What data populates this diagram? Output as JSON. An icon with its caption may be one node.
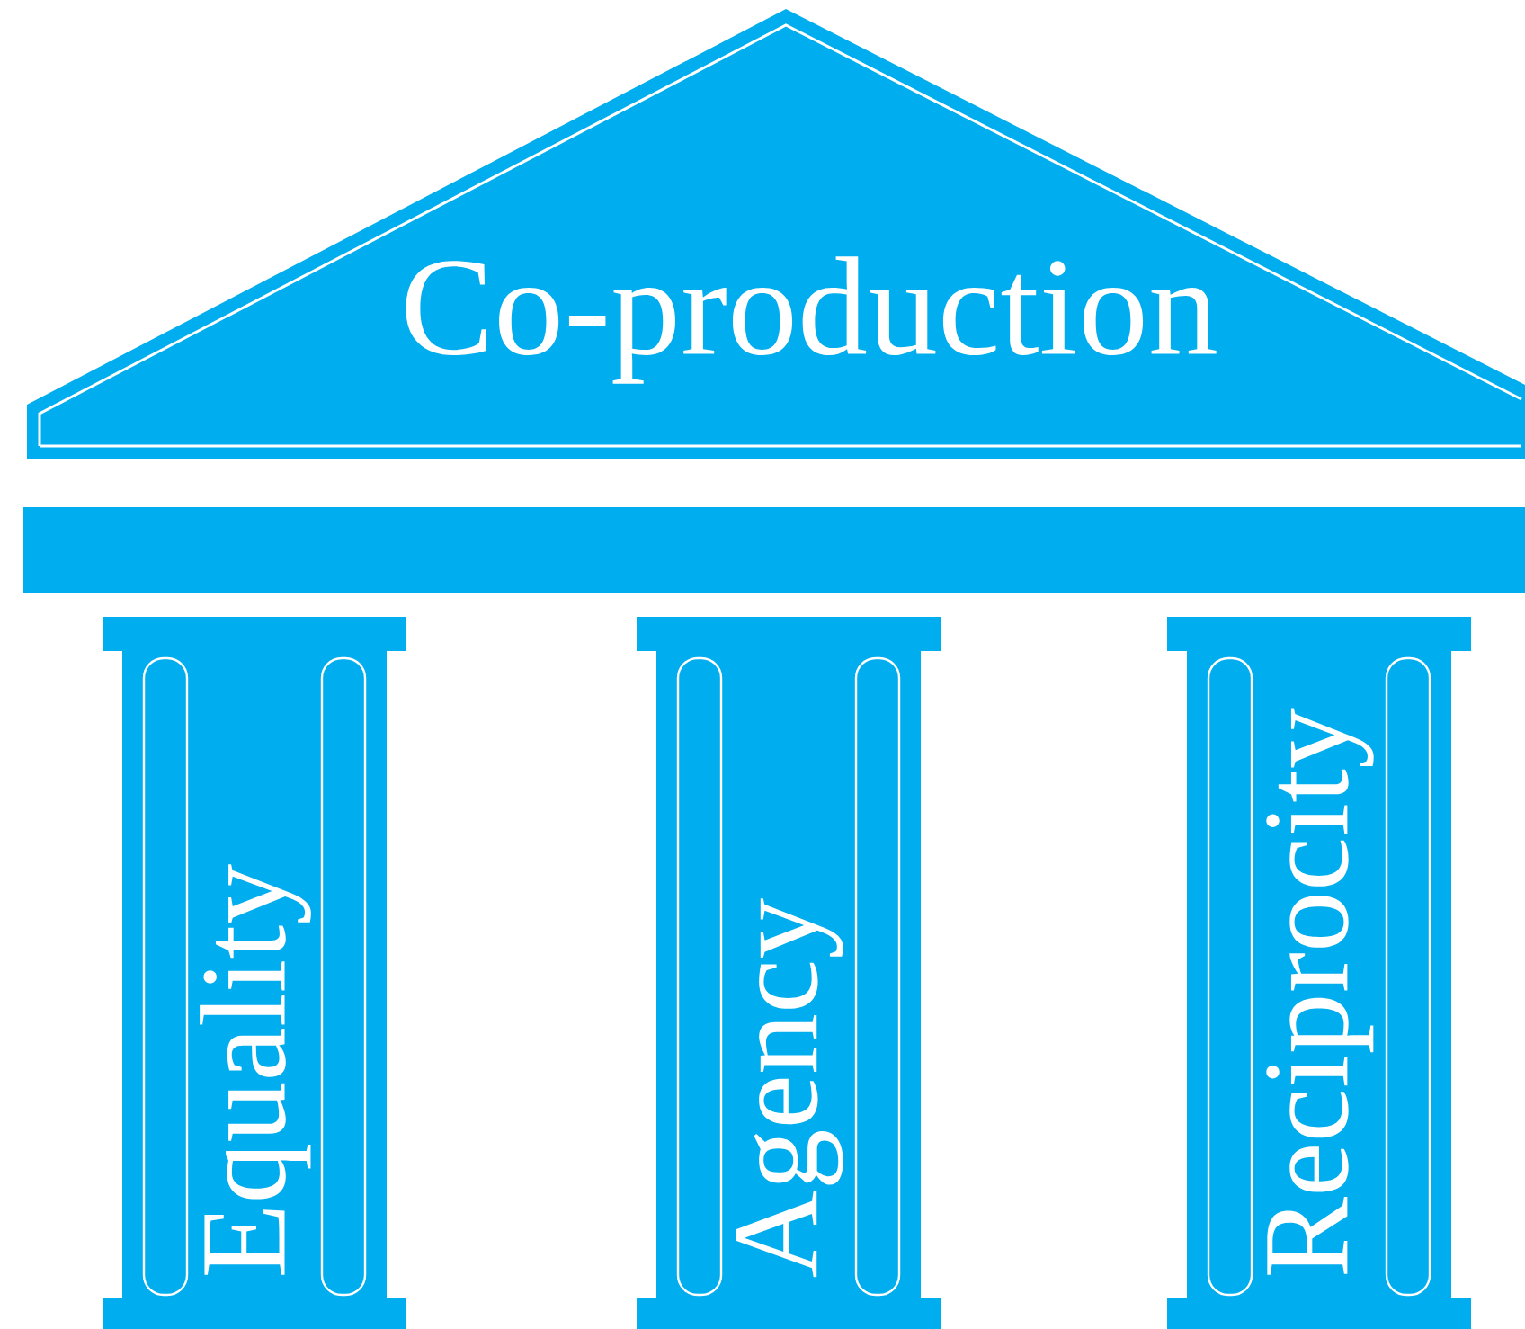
{
  "diagram": {
    "nodes": [
      {
        "text": [
          "Co-production"
        ]
      },
      {
        "text": [],
        "shape": "bar"
      },
      {
        "text": [
          "Equality"
        ]
      },
      {
        "text": [
          "Agency"
        ]
      },
      {
        "text": [
          "Reciprocity"
        ]
      }
    ]
  }
}
